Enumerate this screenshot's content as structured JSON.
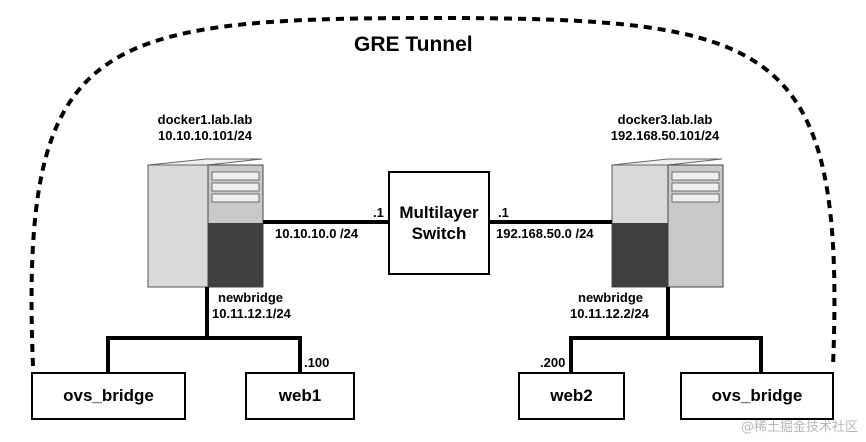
{
  "diagram": {
    "title": "GRE Tunnel",
    "left_host": {
      "name": "docker1.lab.lab",
      "ip": "10.10.10.101/24",
      "bridge_name": "newbridge",
      "bridge_ip": "10.11.12.1/24"
    },
    "right_host": {
      "name": "docker3.lab.lab",
      "ip": "192.168.50.101/24",
      "bridge_name": "newbridge",
      "bridge_ip": "10.11.12.2/24"
    },
    "switch": {
      "line1": "Multilayer",
      "line2": "Switch"
    },
    "links": {
      "left_subnet": "10.10.10.0 /24",
      "left_gateway": ".1",
      "right_subnet": "192.168.50.0 /24",
      "right_gateway": ".1"
    },
    "nodes": {
      "left_ovs": "ovs_bridge",
      "web1": "web1",
      "web1_ip": ".100",
      "web2": "web2",
      "web2_ip": ".200",
      "right_ovs": "ovs_bridge"
    },
    "watermark": "@稀土掘金技术社区"
  }
}
